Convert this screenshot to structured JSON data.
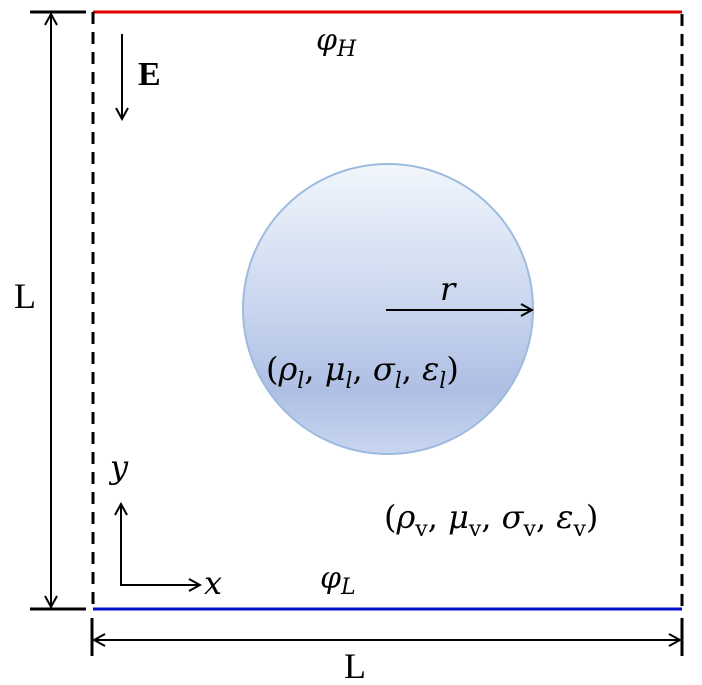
{
  "diagram": {
    "domain_box": {
      "left_boundary": "dashed",
      "right_boundary": "dashed",
      "top_boundary_color": "#e00000",
      "bottom_boundary_color": "#0010c8"
    },
    "labels": {
      "top_potential": "φ",
      "top_potential_sub": "H",
      "bottom_potential": "φ",
      "bottom_potential_sub": "L",
      "field": "E",
      "radius": "r",
      "height_dim": "L",
      "width_dim": "L",
      "axis_x": "x",
      "axis_y": "y",
      "droplet_props": {
        "open": "(",
        "rho": "ρ",
        "mu": "μ",
        "sigma": "σ",
        "eps": "ε",
        "sub": "l",
        "sep": ", ",
        "close": ")"
      },
      "vapor_props": {
        "open": "(",
        "rho": "ρ",
        "mu": "μ",
        "sigma": "σ",
        "eps": "ε",
        "sub": "v",
        "sep": ", ",
        "close": ")"
      }
    },
    "colors": {
      "droplet_top": "#eef3fa",
      "droplet_mid": "#b9c9e8",
      "droplet_bottom": "#c5d3ee",
      "droplet_edge": "#9dbbe0"
    }
  }
}
